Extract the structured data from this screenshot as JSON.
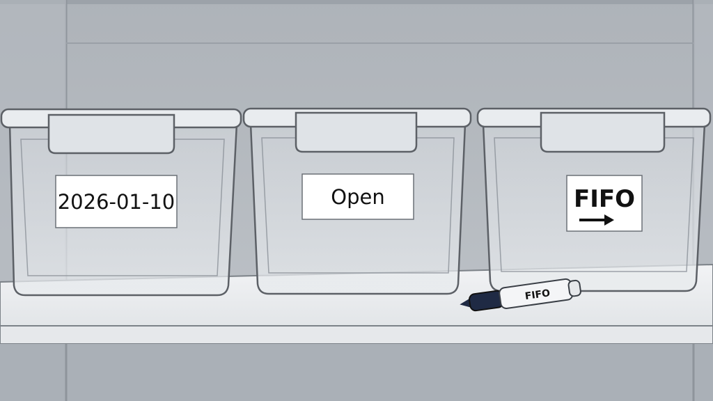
{
  "scene": {
    "description_colors": {
      "back_wall": "#a9afb6",
      "shelf": "#eceef1",
      "container_outline": "#5c6066",
      "marker_body": "#1f2a44"
    }
  },
  "containers": [
    {
      "label": "2026-01-10"
    },
    {
      "label": "Open"
    },
    {
      "label": "FIFO",
      "label_icon": "arrow-right-icon"
    }
  ],
  "marker": {
    "label": "FIFO"
  }
}
